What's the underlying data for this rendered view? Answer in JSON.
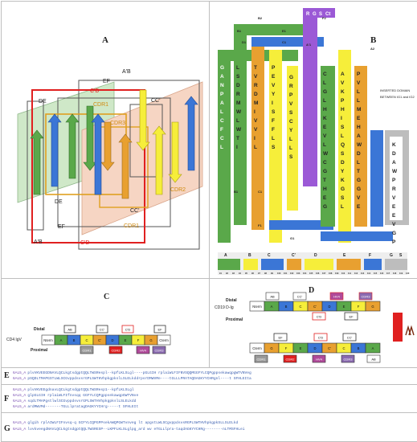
{
  "panels": {
    "a": "A",
    "b": "B",
    "c": "C",
    "d": "D",
    "e": "E",
    "f": "F",
    "g": "G"
  },
  "panel_a": {
    "labels": {
      "ab_top": "A'B",
      "ef_top": "EF",
      "cd_top": "C'D",
      "de": "DE",
      "cdr1_top": "CDR1",
      "cdr3": "CDR3",
      "cc_top": "CC'",
      "cdr2": "CDR2",
      "cc_bottom": "CC'",
      "cdr1_bottom": "CDR1",
      "de_bottom": "DE",
      "ef_bottom": "EF",
      "ab_bottom": "A'B",
      "cd_bottom": "C'D"
    }
  },
  "panel_b": {
    "top_tags": [
      "R",
      "G",
      "S",
      "Ct"
    ],
    "nt": "Nt",
    "inserted": [
      "INSERTED DOMAIN",
      "BETWEEN IG1 and IG2"
    ],
    "strand_labels": [
      "B2",
      "F2",
      "B1",
      "E1",
      "D1",
      "C1",
      "A'1",
      "A2",
      "B1",
      "C1",
      "F1",
      "G1"
    ],
    "col1": [
      "G",
      "A",
      "N",
      "P",
      "A",
      "L",
      "C",
      "F",
      "C",
      "L"
    ],
    "col2": [
      "L",
      "S",
      "D",
      "R",
      "M",
      "W",
      "L",
      "W",
      "T",
      "I"
    ],
    "col3": [
      "T",
      "V",
      "R",
      "D",
      "M",
      "I",
      "V",
      "V",
      "I",
      "L"
    ],
    "col4": [
      "P",
      "E",
      "V",
      "Y",
      "I",
      "S",
      "F",
      "F",
      "L",
      "S"
    ],
    "mid_letters": [
      "G",
      "R",
      "P",
      "V",
      "S",
      "C",
      "Y",
      "L",
      "L",
      "S"
    ],
    "right1": [
      "C",
      "L",
      "G",
      "L",
      "H",
      "K",
      "E",
      "V",
      "L",
      "W",
      "C",
      "G",
      "T",
      "H",
      "E",
      "G"
    ],
    "right2": [
      "A",
      "V",
      "K",
      "P",
      "H",
      "I",
      "S",
      "L",
      "Q",
      "S",
      "D",
      "Y",
      "K",
      "G",
      "S",
      "L"
    ],
    "right3": [
      "P",
      "V",
      "L",
      "L",
      "M",
      "E",
      "H",
      "A",
      "W",
      "D",
      "L",
      "T",
      "G",
      "G",
      "V",
      "E"
    ],
    "far_right": [
      "K",
      "D",
      "A",
      "W",
      "P",
      "R",
      "V",
      "E",
      "E",
      "V",
      "G",
      "P"
    ],
    "numbers_row": [
      "91",
      "92",
      "93",
      "94",
      "95",
      "96",
      "97",
      "98",
      "99",
      "100",
      "101",
      "102",
      "103",
      "104",
      "105",
      "106",
      "107",
      "108",
      "109",
      "110",
      "111",
      "112",
      "113",
      "114",
      "115",
      "116",
      "117",
      "118",
      "119",
      "120"
    ],
    "legend_a": "A",
    "legend_b": "B",
    "legend_c": "C",
    "legend_cp": "C'",
    "legend_d": "D",
    "legend_e": "E",
    "legend_f": "F",
    "legend_g": "G",
    "legend_s": "S"
  },
  "panel_c": {
    "title": "CD4 IgV",
    "distal": "Distal",
    "proximal": "Proximal",
    "blocks": [
      "Nterm",
      "A",
      "B",
      "C",
      "C'",
      "D",
      "E",
      "F",
      "G",
      "Cterm"
    ],
    "loops_top": [
      "AB",
      "CC'",
      "C'D",
      "EF"
    ],
    "loops_bottom": [
      "CDR1",
      "CDR2",
      "HV4",
      "CDR3"
    ]
  },
  "panel_d": {
    "title": "CD19 D-Ig",
    "distal": "Distal",
    "proximal": "Proximal",
    "blocks_top": [
      "Nterm",
      "A",
      "B",
      "C",
      "C'",
      "D",
      "E",
      "F",
      "G"
    ],
    "blocks_bottom": [
      "Cterm",
      "G",
      "F",
      "E",
      "D",
      "C'",
      "C",
      "B",
      "A"
    ],
    "loops_top": [
      "AB",
      "CC'",
      "HV4",
      "CDR3"
    ],
    "loops_top2": [
      "C'D",
      "EF"
    ],
    "loops_bottom": [
      "EF",
      "C'D",
      "CC'"
    ],
    "loops_bottom2": [
      "CDR1",
      "CDR2",
      "HV4",
      "CDR3",
      "AB"
    ]
  },
  "sequences": {
    "e": [
      {
        "id": "6AL5_A",
        "seq": "plvVKVEEGDNAVLQCLkgtsdgptQQLTWSRespl--kpfLKLSLgl----pGLGIH rplaiWLFIFNVSQQMGGFYLCQPgppsekawqpgWTVNVeg"
      },
      {
        "id": "6AL5_A",
        "seq": "pSQDLTMAPGSTLWLSCGvppdsvsrGPLSWTHVhpkgpkslLSLELkddrpsrDMWVMe----tGLLLPRATAQDAGKYYCHRgnl----t SFHLEIta"
      }
    ],
    "f": [
      {
        "id": "6AL5_A",
        "seq": "plvVKVEEgdnavLQCLkgtsdgptQQLTWSResp1--kpfLKLSLgl"
      },
      {
        "id": "6AL5_A",
        "seq": "glpGLGIH rplaiWLFIfnvsqq GGFYLCQPgppsekawqpGWTVNve"
      },
      {
        "id": "6AL5_A",
        "seq": "sqdLTMAPgstlwlSCGvppdsvsrGPLSWTHVhpkgpkslLSLELkdd"
      },
      {
        "id": "6AL5_A",
        "seq": "ardMWVMd-------TGLLlpratagDAGKYYCHrg-----t SFHLEIt"
      }
    ],
    "g": [
      {
        "id": "6AL5_A",
        "seq": "glgih rplAIWLFIFnvsq-q GCFYLCQPGPPsekAWQPGWTvnveg lt apgstLWLSCgvppdsvsRGPLSWTHVhpkgpkSLLSLELkd"
      },
      {
        "id": "6AL5_A",
        "seq": "lvvkveegdNAVLQCLkgtsdgptQQLTWSRESP--LKPFLKLSLglpg_ard wv eTGLLlpra-taqdAGKYYCHRg--------nLTMSFHLei"
      }
    ]
  }
}
